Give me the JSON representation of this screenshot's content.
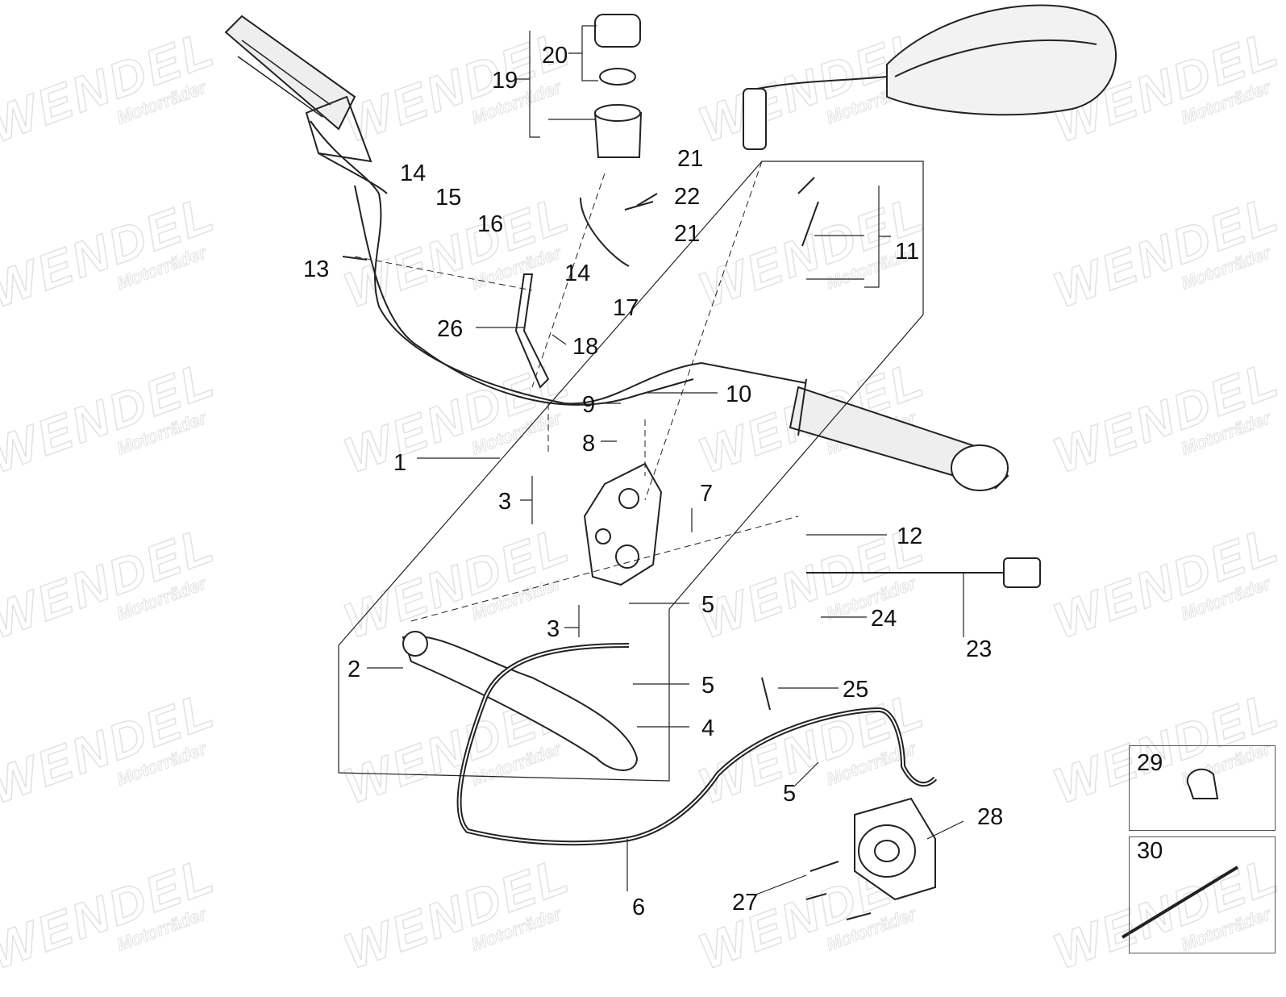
{
  "watermark": {
    "brand": "WENDEL",
    "sub": "Motorräder"
  },
  "labels": [
    "20",
    "19",
    "21",
    "22",
    "21",
    "14",
    "15",
    "16",
    "13",
    "11",
    "14",
    "17",
    "26",
    "18",
    "10",
    "9",
    "8",
    "1",
    "3",
    "7",
    "12",
    "5",
    "3",
    "24",
    "23",
    "2",
    "5",
    "25",
    "4",
    "29",
    "5",
    "28",
    "30",
    "27",
    "6"
  ],
  "colors": {
    "line": "#222222",
    "watermark": "#e2e2e2"
  }
}
